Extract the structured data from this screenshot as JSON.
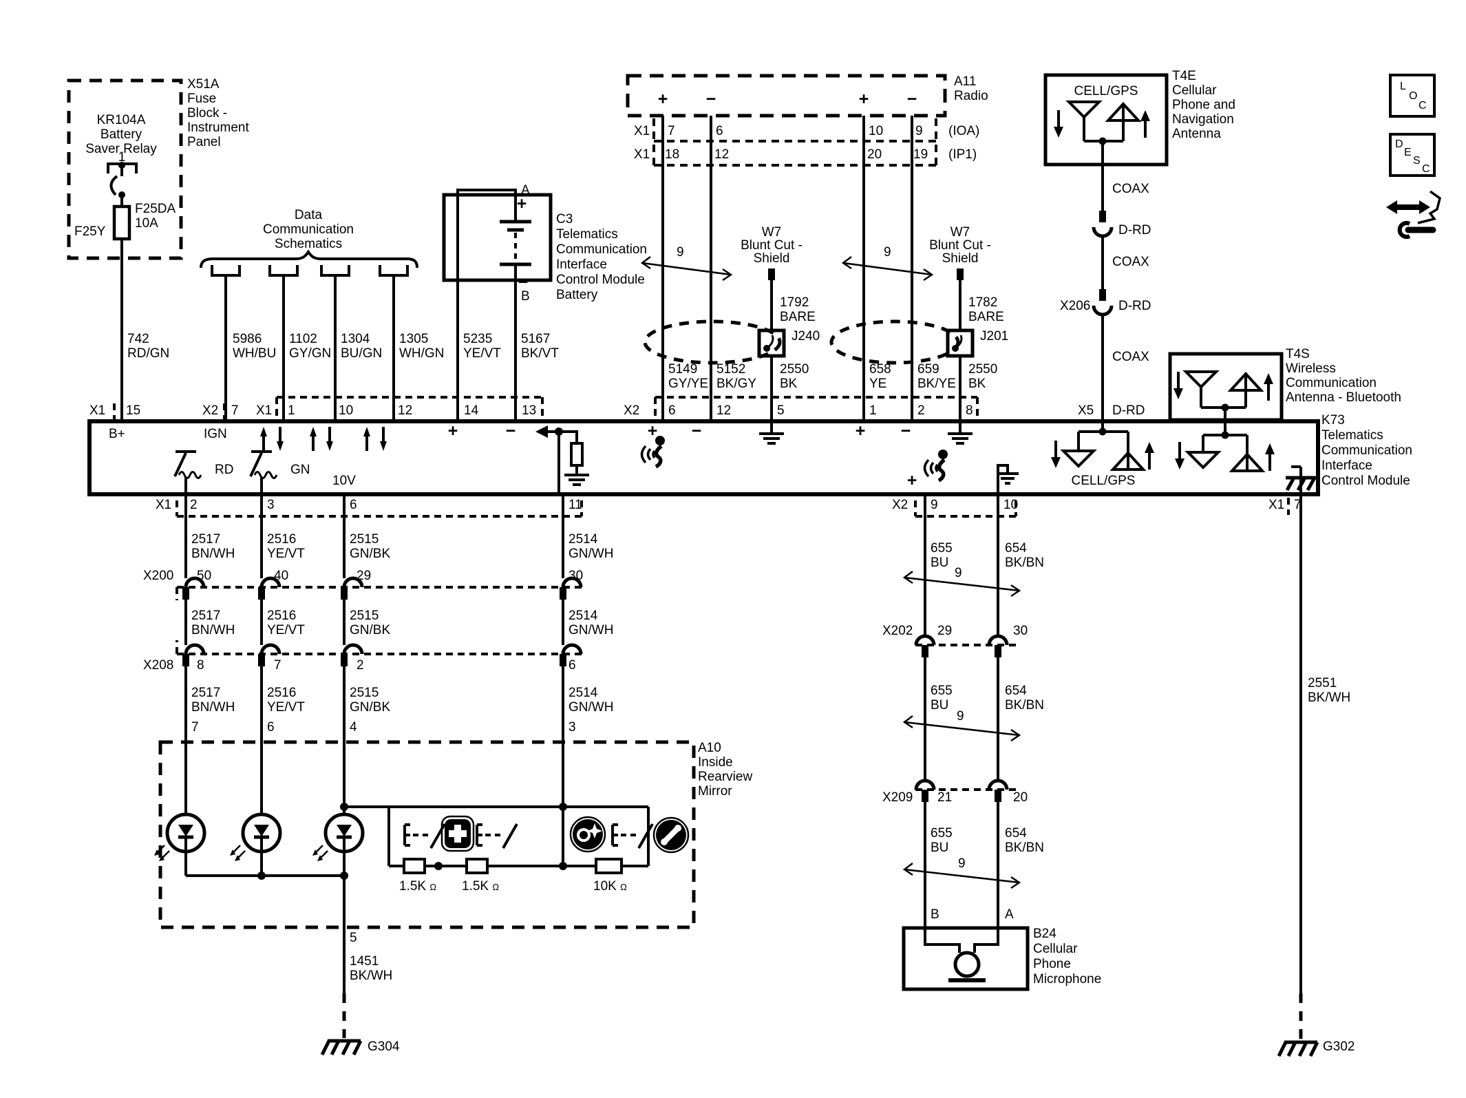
{
  "diagram": {
    "nav": {
      "loc": [
        "L",
        "O",
        "C"
      ],
      "desc": [
        "D",
        "E",
        "S",
        "C"
      ]
    },
    "fuse_block": {
      "outside_label": "X51A\nFuse\nBlock -\nInstrument\nPanel",
      "relay_label": "KR104A\nBattery\nSaver Relay",
      "relay_pin": "1",
      "fuse_slot": "F25Y",
      "fuse_label": "F25DA\n10A"
    },
    "battery_feed": {
      "circuit": "742\nRD/GN",
      "conn": "X1",
      "pin": "15"
    },
    "dcs": {
      "title": "Data\nCommunication\nSchematics",
      "w1": "5986\nWH/BU",
      "w2": "1102\nGY/GN",
      "w3": "1304\nBU/GN",
      "w4": "1305\nWH/GN",
      "conn_a": "X2",
      "pin_a": "7",
      "conn_b": "X1",
      "pin_b1": "1",
      "pin_b2": "10",
      "pin_b3": "12",
      "pin_b4": "14",
      "pin_b5": "13"
    },
    "c3": {
      "label": "C3\nTelematics\nCommunication\nInterface\nControl Module\nBattery",
      "term_a": "A",
      "term_b": "B",
      "w_a": "5235\nYE/VT",
      "w_b": "5167\nBK/VT"
    },
    "radio": {
      "label": "A11\nRadio",
      "conn1": "X1",
      "row1": [
        "7",
        "6",
        "10",
        "9"
      ],
      "tag1": "(IOA)",
      "conn2": "X1",
      "row2": [
        "18",
        "12",
        "20",
        "19"
      ],
      "tag2": "(IP1)"
    },
    "signs": {
      "plus": "+",
      "minus": "−"
    },
    "twist": "9",
    "shield1": {
      "w7": "W7\nBlunt Cut -\nShield",
      "bare": "1792\nBARE",
      "splice": "J240",
      "drain": "2550\nBK",
      "wa": "5149\nGY/YE",
      "wb": "5152\nBK/GY"
    },
    "shield2": {
      "w7": "W7\nBlunt Cut -\nShield",
      "bare": "1782\nBARE",
      "splice": "J201",
      "drain": "2550\nBK",
      "wa": "658\nYE",
      "wb": "659\nBK/YE"
    },
    "x2top": {
      "conn": "X2",
      "pins": [
        "6",
        "12",
        "5",
        "1",
        "2",
        "8"
      ]
    },
    "t4e": {
      "label": "T4E\nCellular\nPhone and\nNavigation\nAntenna",
      "cellgps": "CELL/GPS",
      "coax": "COAX",
      "drd": "D-RD",
      "x206": "X206"
    },
    "x5": {
      "conn": "X5",
      "drd": "D-RD"
    },
    "t4s": {
      "label": "T4S\nWireless\nCommunication\nAntenna - Bluetooth"
    },
    "k73": {
      "label": "K73\nTelematics\nCommunication\nInterface\nControl Module",
      "bplus": "B+",
      "ign": "IGN",
      "v10": "10V",
      "rd": "RD",
      "gn": "GN",
      "cellgps": "CELL/GPS"
    },
    "x1bottom": {
      "conn": "X1",
      "pins": [
        "2",
        "3",
        "6",
        "11"
      ]
    },
    "x2bottom": {
      "conn": "X2",
      "pins": [
        "9",
        "10"
      ]
    },
    "x1right": {
      "conn": "X1",
      "pin": "7"
    },
    "cols": {
      "w1": "2517\nBN/WH",
      "w2": "2516\nYE/VT",
      "w3": "2515\nGN/BK",
      "w4": "2514\nGN/WH"
    },
    "x200": {
      "conn": "X200",
      "pins": [
        "50",
        "40",
        "29",
        "30"
      ]
    },
    "x208": {
      "conn": "X208",
      "pins": [
        "8",
        "7",
        "2",
        "6"
      ]
    },
    "a10": {
      "label": "A10\nInside\nRearview\nMirror",
      "pins": [
        "7",
        "6",
        "4",
        "3"
      ],
      "pin5": "5",
      "w1451": "1451\nBK/WH",
      "r1": "1.5K",
      "r2": "1.5K",
      "r3": "10K",
      "ohm": "Ω"
    },
    "micchain": {
      "w655": "655\nBU",
      "w654": "654\nBK/BN",
      "x202": "X202",
      "x202pins": [
        "29",
        "30"
      ],
      "x209": "X209",
      "x209pins": [
        "21",
        "20"
      ],
      "pin_b": "B",
      "pin_a": "A"
    },
    "b24": {
      "label": "B24\nCellular\nPhone\nMicrophone"
    },
    "w2551": "2551\nBK/WH",
    "g304": "G304",
    "g302": "G302"
  }
}
